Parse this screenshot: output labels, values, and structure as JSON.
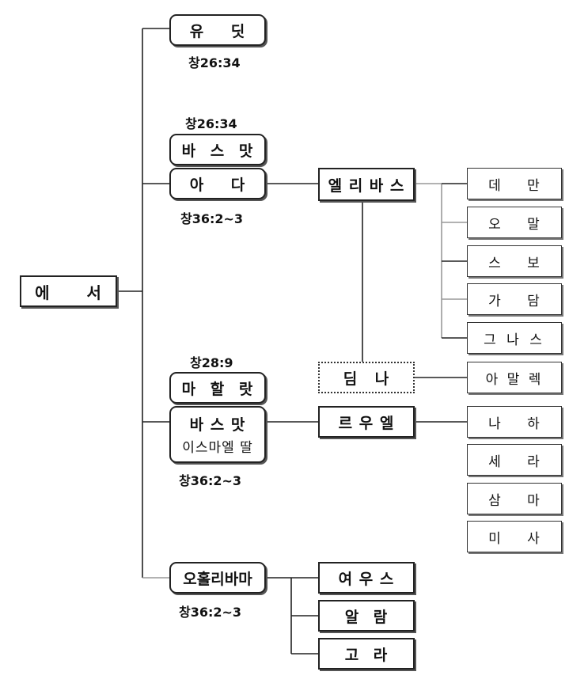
{
  "root": "에 서",
  "nodes": {
    "judith": "유 딧",
    "judith_ref": "창26:34",
    "basemath1_ref": "창26:34",
    "basemath1": "바 스 맛",
    "adah": "아 다",
    "adah_ref": "창36:2~3",
    "eliphaz": "엘 리 바 스",
    "timna": "딤 나",
    "mahalath_ref": "창28:9",
    "mahalath": "마 할 랏",
    "basemath2": "바 스 맛",
    "basemath2_sub": "이스마엘 딸",
    "basemath2_ref": "창36:2~3",
    "reuel": "르 우 엘",
    "oholibamah": "오홀리바마",
    "oholibamah_ref": "창36:2~3",
    "jeush": "여 우 스",
    "jalam": "알 람",
    "korah": "고 라"
  },
  "eliphaz_sons": [
    [
      "데",
      "만"
    ],
    [
      "오",
      "말"
    ],
    [
      "스",
      "보"
    ],
    [
      "가",
      "담"
    ],
    [
      "그 나 스"
    ]
  ],
  "amalek": "아 말 렉",
  "reuel_sons": [
    [
      "나",
      "하"
    ],
    [
      "세",
      "라"
    ],
    [
      "삼",
      "마"
    ],
    [
      "미",
      "사"
    ]
  ]
}
